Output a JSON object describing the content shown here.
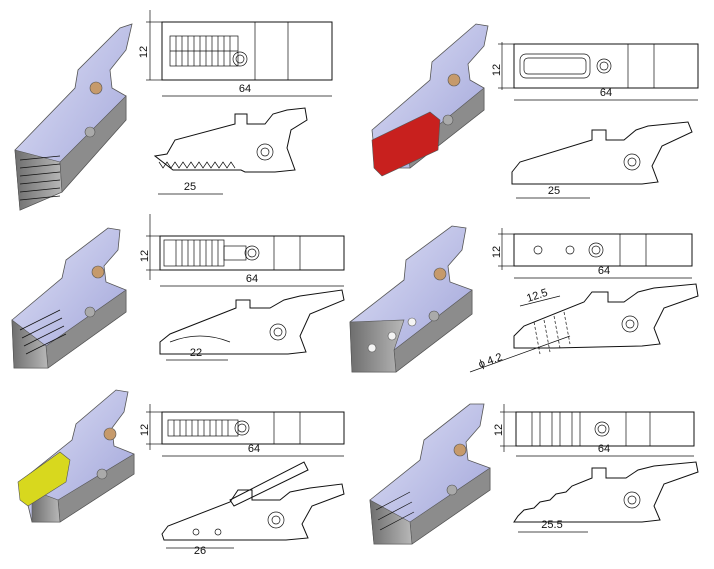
{
  "panels": [
    {
      "id": "p1",
      "dims": {
        "height": "12",
        "length": "64",
        "feature": "25"
      }
    },
    {
      "id": "p2",
      "dims": {
        "height": "12",
        "length": "64",
        "feature": "25"
      },
      "pad_color": "#c8201e"
    },
    {
      "id": "p3",
      "dims": {
        "height": "12",
        "length": "64",
        "feature": "22"
      }
    },
    {
      "id": "p4",
      "dims": {
        "height": "12",
        "length": "64",
        "spacing": "12.5",
        "diameter": "ϕ 4.2"
      }
    },
    {
      "id": "p5",
      "dims": {
        "height": "12",
        "length": "64",
        "feature": "26"
      },
      "pad_color": "#d8d81e"
    },
    {
      "id": "p6",
      "dims": {
        "height": "12",
        "length": "64",
        "feature": "25.5"
      }
    }
  ],
  "colors": {
    "body_top": "#b9bde8",
    "body_side": "#9a9a9a",
    "bolt": "#c69a6b"
  }
}
